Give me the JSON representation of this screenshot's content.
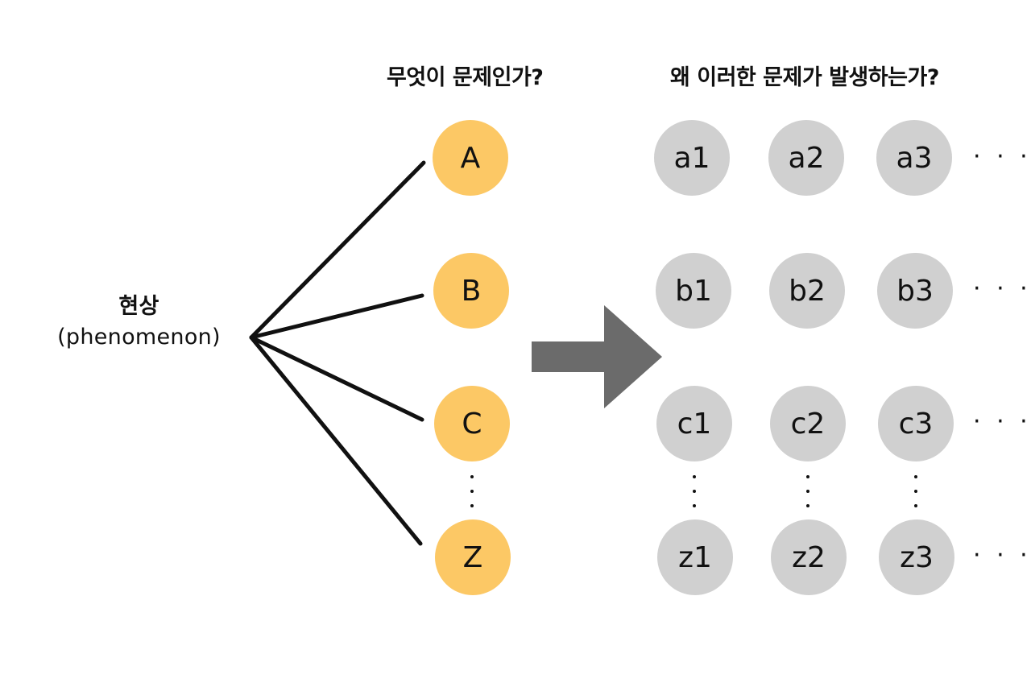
{
  "headings": {
    "what": "무엇이 문제인가?",
    "why": "왜 이러한 문제가 발생하는가?"
  },
  "phenomenon": {
    "korean": "현상",
    "english": "(phenomenon)"
  },
  "problems": {
    "a": "A",
    "b": "B",
    "c": "C",
    "z": "Z"
  },
  "causes": {
    "a": [
      "a1",
      "a2",
      "a3"
    ],
    "b": [
      "b1",
      "b2",
      "b3"
    ],
    "c": [
      "c1",
      "c2",
      "c3"
    ],
    "z": [
      "z1",
      "z2",
      "z3"
    ]
  },
  "ellipsis": "· · ·",
  "colors": {
    "problem_fill": "#fcc865",
    "cause_fill": "#d0d0d0",
    "arrow_fill": "#6b6b6b",
    "line": "#111111"
  },
  "icons": {
    "arrow": "right-arrow-icon"
  }
}
